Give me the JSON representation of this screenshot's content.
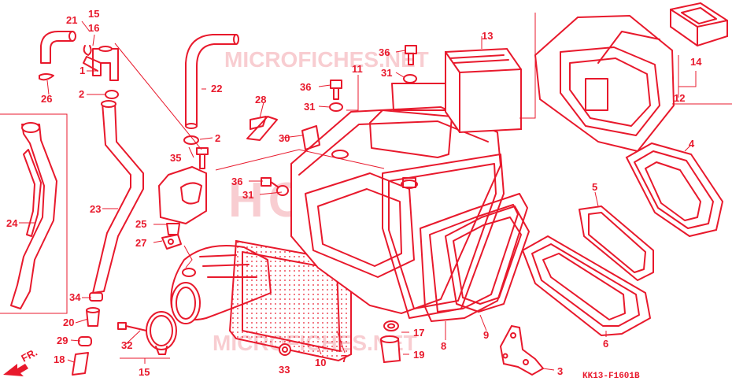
{
  "diagram": {
    "drawing_code": "KK13-F1601B",
    "direction_label": "FR.",
    "colors": {
      "ink": "#e8192c",
      "watermark": "#f4a6ad",
      "background": "#ffffff"
    },
    "watermarks": [
      "MICROFICHES.NET",
      "HONDA",
      "MICROFICHES.NET"
    ],
    "part_labels": [
      "1",
      "2",
      "2",
      "3",
      "4",
      "5",
      "6",
      "7",
      "8",
      "9",
      "10",
      "11",
      "12",
      "13",
      "14",
      "15",
      "15",
      "16",
      "17",
      "18",
      "19",
      "20",
      "21",
      "22",
      "23",
      "24",
      "25",
      "26",
      "27",
      "28",
      "29",
      "30",
      "31",
      "31",
      "31",
      "32",
      "33",
      "34",
      "35",
      "36",
      "36",
      "36"
    ]
  }
}
